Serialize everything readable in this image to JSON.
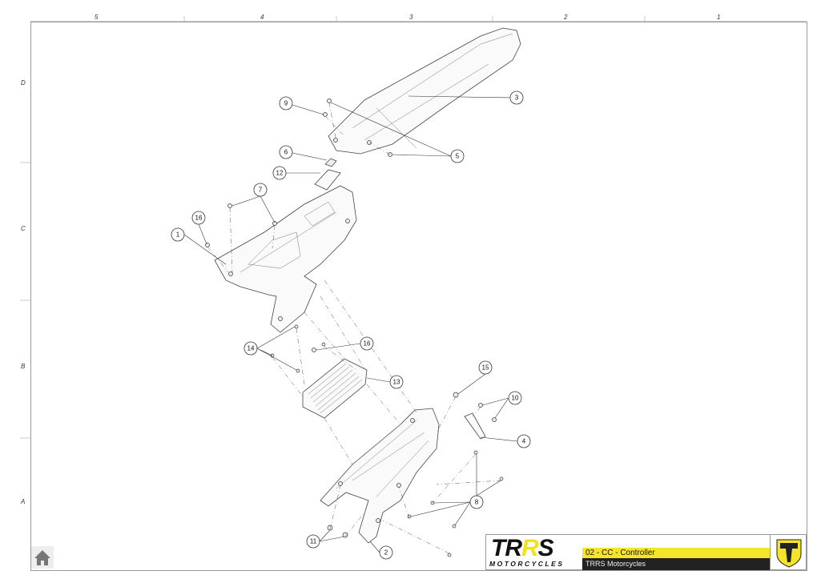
{
  "zones": {
    "columns": [
      "5",
      "4",
      "3",
      "2",
      "1"
    ],
    "rows": [
      "D",
      "C",
      "B",
      "A"
    ]
  },
  "callouts": [
    "3",
    "9",
    "5",
    "6",
    "12",
    "7",
    "16",
    "1",
    "14",
    "16",
    "13",
    "15",
    "10",
    "4",
    "8",
    "11",
    "2"
  ],
  "title_block": {
    "logo_text": "TRRS",
    "logo_subtext": "MOTORCYCLES",
    "drawing_title": "02 - CC - Controller",
    "company": "TRRS Motorcycles"
  },
  "colors": {
    "accent": "#f5e52a",
    "dark": "#222222"
  },
  "nav": {
    "home_icon": "home-icon"
  }
}
